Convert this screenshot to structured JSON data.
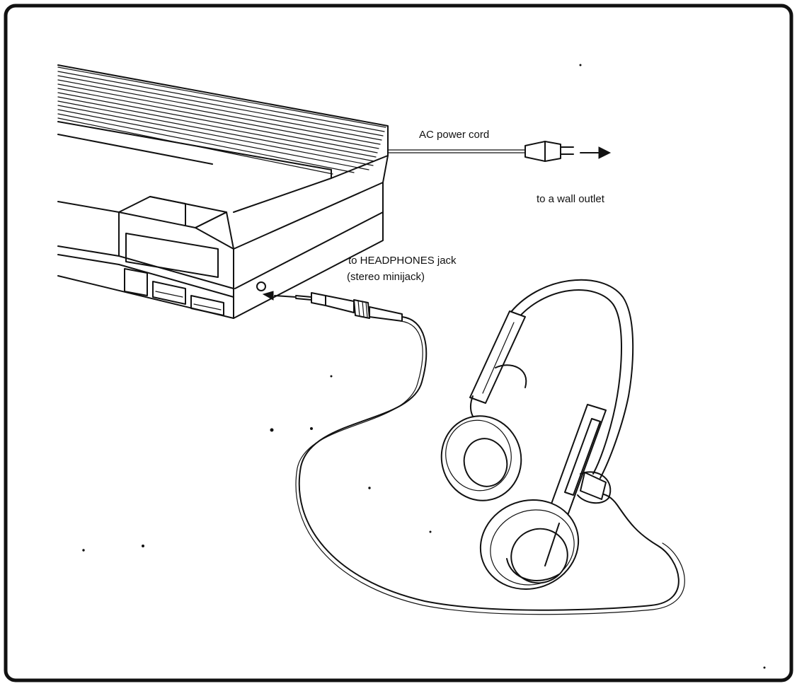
{
  "labels": {
    "ac_power_cord": "AC power cord",
    "wall_outlet": "to a wall outlet",
    "headphones_jack_line1": "to HEADPHONES jack",
    "headphones_jack_line2": "(stereo minijack)"
  },
  "colors": {
    "ink": "#111111",
    "paper": "#ffffff"
  }
}
